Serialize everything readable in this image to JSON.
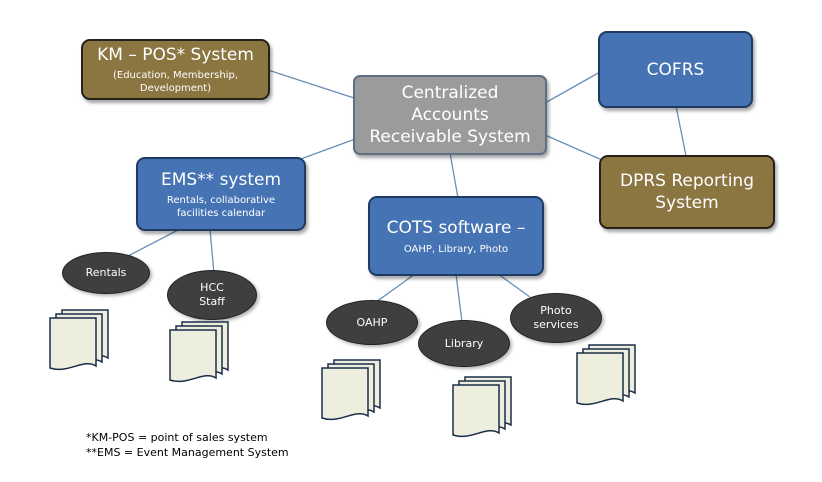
{
  "nodes": {
    "kmpos": {
      "title": "KM – POS* System",
      "subtitle_lines": [
        "(Education, Membership,",
        "Development)"
      ]
    },
    "central": {
      "title_lines": [
        "Centralized",
        "Accounts",
        "Receivable System"
      ]
    },
    "cofrs": {
      "title": "COFRS"
    },
    "ems": {
      "title": "EMS** system",
      "subtitle_lines": [
        "Rentals, collaborative",
        "facilities calendar"
      ]
    },
    "cots": {
      "title": "COTS software –",
      "subtitle": "OAHP, Library, Photo"
    },
    "dprs": {
      "title_lines": [
        "DPRS Reporting",
        "System"
      ]
    }
  },
  "ellipses": {
    "rentals": {
      "lines": [
        "Rentals"
      ]
    },
    "hcc": {
      "lines": [
        "HCC",
        "Staff"
      ]
    },
    "oahp": {
      "lines": [
        "OAHP"
      ]
    },
    "library": {
      "lines": [
        "Library"
      ]
    },
    "photo": {
      "lines": [
        "Photo",
        "services"
      ]
    }
  },
  "footnotes": [
    "*KM-POS = point of sales system",
    "**EMS = Event Management System"
  ],
  "colors": {
    "olive_box": "#8b7541",
    "blue_box": "#4573b3",
    "gray_box": "#9b9b9b",
    "ellipse": "#3f3f3f",
    "connector": "#6b8fb8",
    "document": "#eeeede"
  },
  "icons": [
    "document-stack-icon"
  ]
}
